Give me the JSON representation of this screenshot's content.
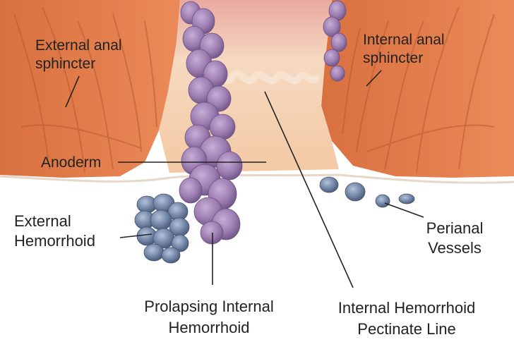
{
  "labels": {
    "external_sphincter": [
      "External anal",
      "sphincter"
    ],
    "internal_sphincter": [
      "Internal anal",
      "sphincter"
    ],
    "anoderm": "Anoderm",
    "external_hemorrhoid": [
      "External",
      "Hemorrhoid"
    ],
    "perianal_vessels": [
      "Perianal",
      "Vessels"
    ],
    "prolapsing_internal": [
      "Prolapsing Internal",
      "Hemorrhoid"
    ],
    "internal_hemorrhoid": [
      "Internal Hemorrhoid",
      "Pectinate Line"
    ]
  },
  "colors": {
    "muscle": "#e07a4a",
    "muscle_dark": "#b85a32",
    "mucosa": "#f2c2a0",
    "canal": "#f5cfae",
    "hemorrhoid_purple": "#9b7cb0",
    "hemorrhoid_blue": "#6f82a3",
    "skin": "#ffffff",
    "leader": "#222222"
  }
}
